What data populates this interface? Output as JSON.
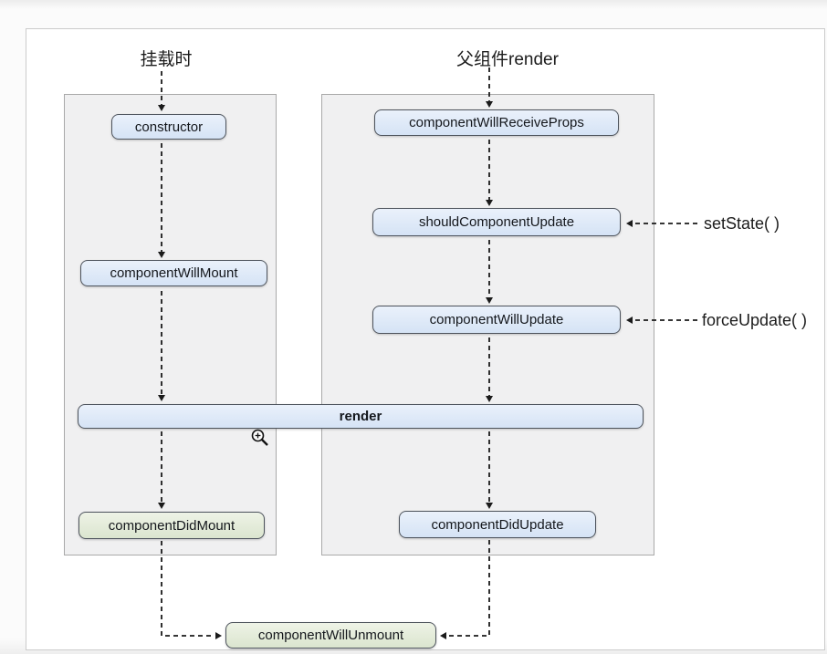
{
  "diagram": {
    "title_left": "挂载时",
    "title_right": "父组件render",
    "nodes": {
      "constructor_node": "constructor",
      "component_will_mount": "componentWillMount",
      "component_did_mount": "componentDidMount",
      "component_will_receive_props": "componentWillReceiveProps",
      "should_component_update": "shouldComponentUpdate",
      "component_will_update": "componentWillUpdate",
      "component_did_update": "componentDidUpdate",
      "render_node": "render",
      "component_will_unmount": "componentWillUnmount"
    },
    "annotations": {
      "set_state": "setState( )",
      "force_update": "forceUpdate( )"
    },
    "icons": {
      "zoom_cursor": "zoom-in-cursor"
    },
    "colors": {
      "node_blue_fill": "#dce8f8",
      "node_green_fill": "#e3ebd6",
      "node_border": "#4d535c",
      "panel_fill": "#f0f0f1",
      "panel_border": "#a9a9a9",
      "frame_border": "#cbcbcb",
      "arrow": "#1a1a1a"
    }
  }
}
